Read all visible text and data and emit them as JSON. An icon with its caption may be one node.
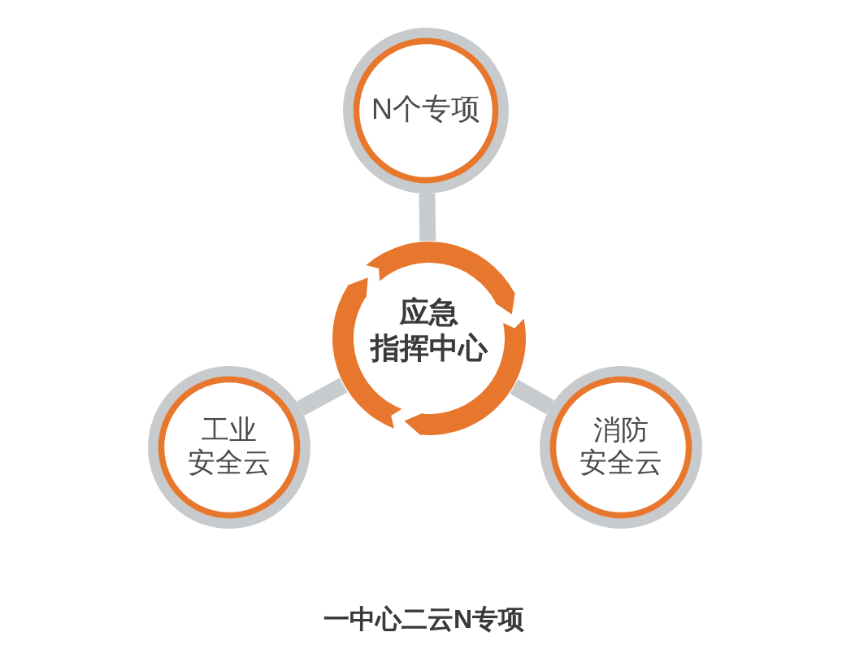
{
  "diagram": {
    "caption": "一中心二云N专项",
    "nodes": [
      {
        "text": [
          "N个专项"
        ]
      },
      {
        "text": [
          "应急指挥中心"
        ]
      },
      {
        "text": [
          "工业安全云"
        ]
      },
      {
        "text": [
          "消防安全云"
        ]
      }
    ],
    "edges": [
      {
        "from": 1,
        "to": 0,
        "arrow": "none"
      },
      {
        "from": 1,
        "to": 2,
        "arrow": "none"
      },
      {
        "from": 1,
        "to": 3,
        "arrow": "none"
      }
    ]
  }
}
